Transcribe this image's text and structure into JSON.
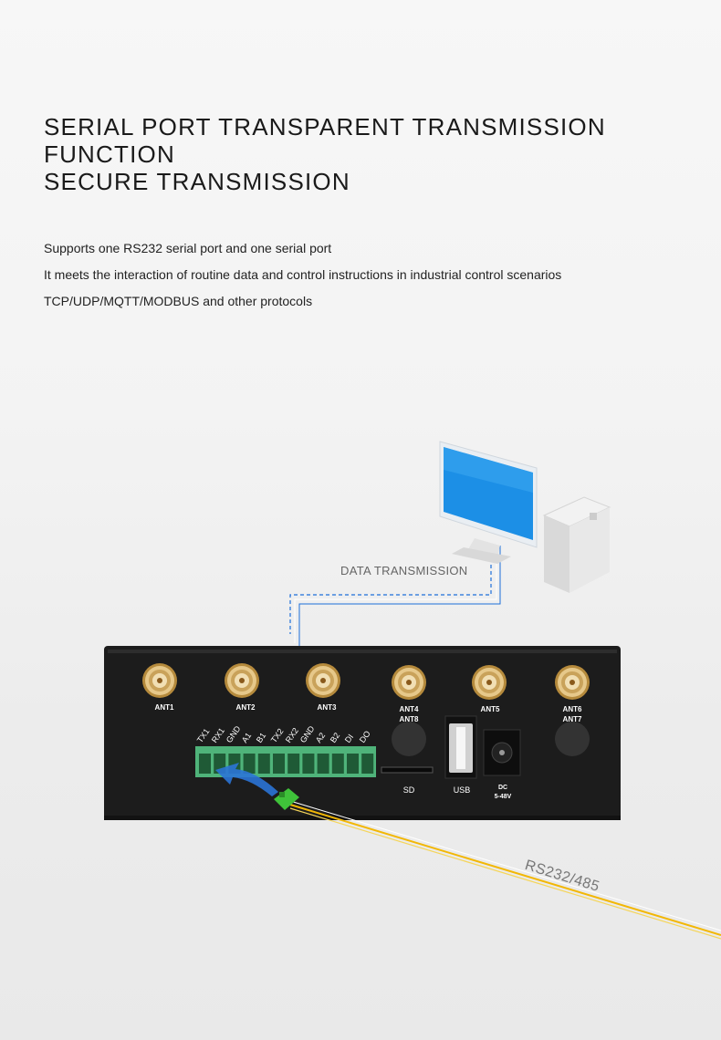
{
  "header": {
    "title_line1": "SERIAL PORT TRANSPARENT TRANSMISSION FUNCTION",
    "title_line2": "SECURE TRANSMISSION"
  },
  "description": [
    "Supports one RS232 serial port and one serial port",
    "It meets the interaction of routine data and control instructions in industrial control scenarios",
    "TCP/UDP/MQTT/MODBUS and other protocols"
  ],
  "diagram": {
    "link_label": "DATA TRANSMISSION",
    "cable_label": "RS232/485",
    "antennas": [
      "ANT1",
      "ANT2",
      "ANT3",
      "ANT4",
      "ANT5",
      "ANT6"
    ],
    "ant8": "ANT8",
    "ant7": "ANT7",
    "pins": [
      "TX1",
      "RX1",
      "GND",
      "A1",
      "B1",
      "TX2",
      "RX2",
      "GND",
      "A2",
      "B2",
      "DI",
      "DO"
    ],
    "sd": "SD",
    "usb": "USB",
    "dc_line1": "DC",
    "dc_line2": "5-48V"
  }
}
